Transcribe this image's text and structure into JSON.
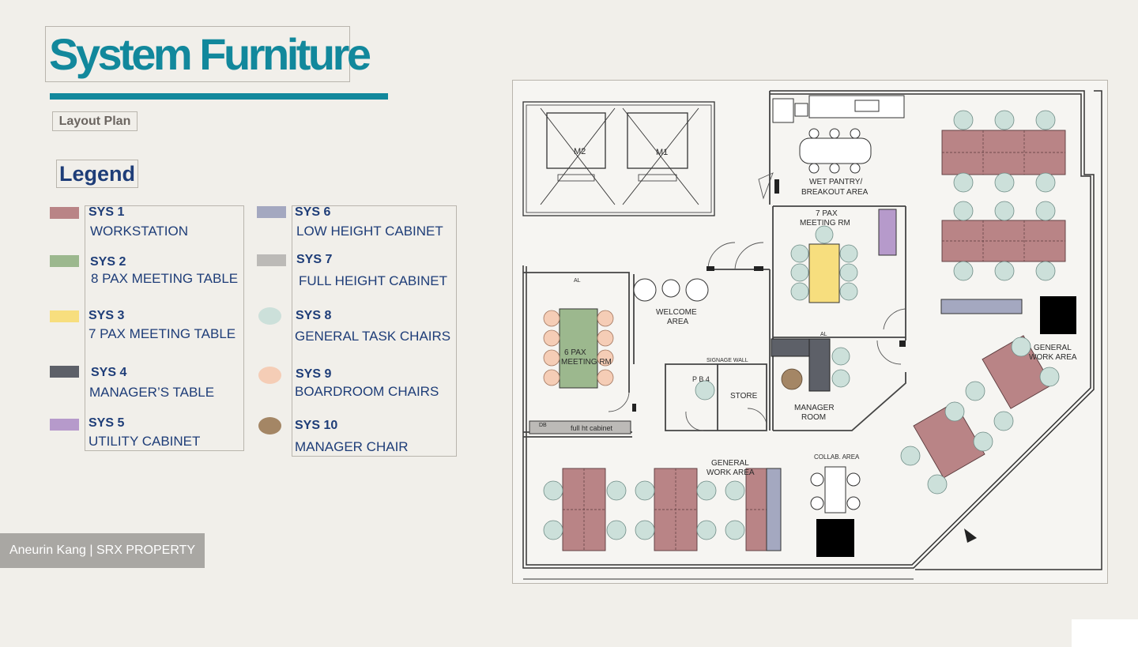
{
  "title": "System Furniture",
  "subtitle": "Layout Plan",
  "legend_heading": "Legend",
  "legend": [
    {
      "code": "SYS 1",
      "label": "WORKSTATION",
      "color": "#b98486"
    },
    {
      "code": "SYS 2",
      "label": "8 PAX MEETING TABLE",
      "color": "#9cb88e"
    },
    {
      "code": "SYS 3",
      "label": "7 PAX MEETING TABLE",
      "color": "#f7de7e"
    },
    {
      "code": "SYS 4",
      "label": "MANAGER’S TABLE",
      "color": "#5d6068"
    },
    {
      "code": "SYS 5",
      "label": "UTILITY CABINET",
      "color": "#b69acb"
    },
    {
      "code": "SYS 6",
      "label": "LOW HEIGHT CABINET",
      "color": "#a4a8c0"
    },
    {
      "code": "SYS 7",
      "label": "FULL HEIGHT CABINET",
      "color": "#bcbab7"
    },
    {
      "code": "SYS 8",
      "label": "GENERAL TASK CHAIRS",
      "color": "#cce0da"
    },
    {
      "code": "SYS 9",
      "label": "BOARDROOM CHAIRS",
      "color": "#f5cdb6"
    },
    {
      "code": "SYS 10",
      "label": "MANAGER CHAIR",
      "color": "#a48665"
    }
  ],
  "plan_labels": {
    "m2": "M2",
    "m1": "M1",
    "pantry_1": "WET PANTRY/",
    "pantry_2": "BREAKOUT AREA",
    "meet7_1": "7 PAX",
    "meet7_2": "MEETING RM",
    "meet6_1": "6 PAX",
    "meet6_2": "MEETING RM",
    "welcome_1": "WELCOME",
    "welcome_2": "AREA",
    "signage": "SIGNAGE WALL",
    "pb": "P B 4",
    "store": "STORE",
    "manager_1": "MANAGER",
    "manager_2": "ROOM",
    "gwa_right_1": "GENERAL",
    "gwa_right_2": "WORK AREA",
    "gwa_bottom_1": "GENERAL",
    "gwa_bottom_2": "WORK AREA",
    "collab": "COLLAB. AREA",
    "full_cabinet": "full ht cabinet",
    "al_1": "AL",
    "al_2": "AL",
    "db": "DB"
  },
  "watermark": "Aneurin Kang | SRX PROPERTY"
}
